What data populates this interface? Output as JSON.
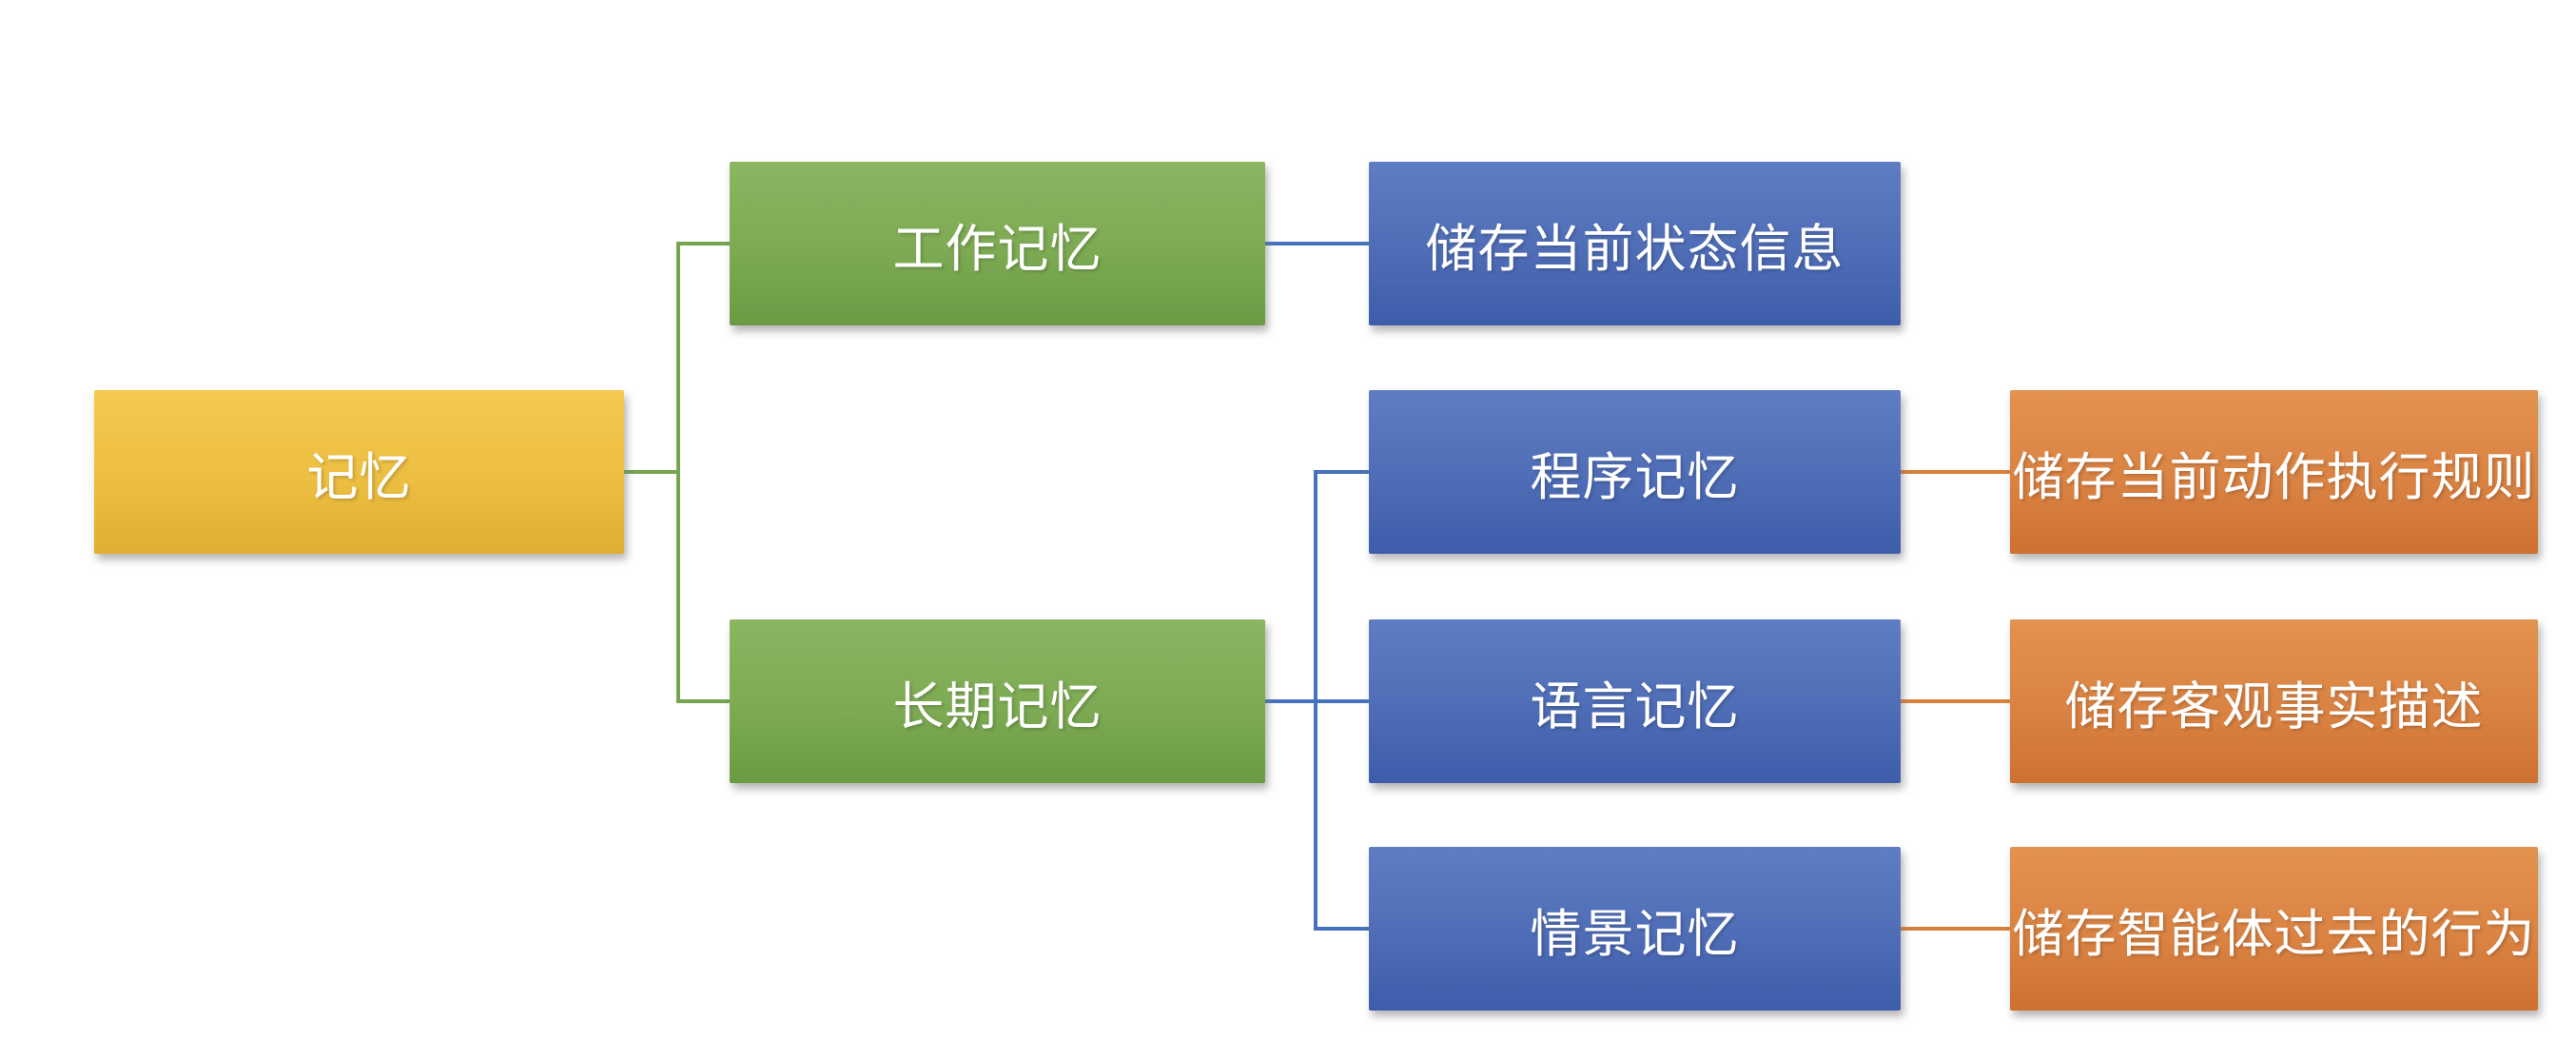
{
  "diagram_type": "tree-left-to-right",
  "palette": {
    "background": "#FFFFFF",
    "root_fill": "#EFC243",
    "level1_fill": "#79A952",
    "level2_fill": "#4A69B2",
    "level3_fill": "#D8813E",
    "text_color": "#FFFFFF",
    "green_line": "#76A44F",
    "blue_line": "#4671BD",
    "orange_line": "#D9813B"
  },
  "nodes": {
    "root": {
      "label": "记忆",
      "level": 0,
      "parent": null
    },
    "working": {
      "label": "工作记忆",
      "level": 1,
      "parent": "root"
    },
    "longterm": {
      "label": "长期记忆",
      "level": 1,
      "parent": "root"
    },
    "state": {
      "label": "储存当前状态信息",
      "level": 2,
      "parent": "working"
    },
    "procedural": {
      "label": "程序记忆",
      "level": 2,
      "parent": "longterm"
    },
    "language": {
      "label": "语言记忆",
      "level": 2,
      "parent": "longterm"
    },
    "episodic": {
      "label": "情景记忆",
      "level": 2,
      "parent": "longterm"
    },
    "rules": {
      "label": "储存当前动作执行规则",
      "level": 3,
      "parent": "procedural"
    },
    "facts": {
      "label": "储存客观事实描述",
      "level": 3,
      "parent": "language"
    },
    "behavior": {
      "label": "储存智能体过去的行为",
      "level": 3,
      "parent": "episodic"
    }
  },
  "edges": [
    {
      "from": "root",
      "to": "working",
      "color": "#76A44F"
    },
    {
      "from": "root",
      "to": "longterm",
      "color": "#76A44F"
    },
    {
      "from": "working",
      "to": "state",
      "color": "#4671BD"
    },
    {
      "from": "longterm",
      "to": "procedural",
      "color": "#4671BD"
    },
    {
      "from": "longterm",
      "to": "language",
      "color": "#4671BD"
    },
    {
      "from": "longterm",
      "to": "episodic",
      "color": "#4671BD"
    },
    {
      "from": "procedural",
      "to": "rules",
      "color": "#D9813B"
    },
    {
      "from": "language",
      "to": "facts",
      "color": "#D9813B"
    },
    {
      "from": "episodic",
      "to": "behavior",
      "color": "#D9813B"
    }
  ]
}
